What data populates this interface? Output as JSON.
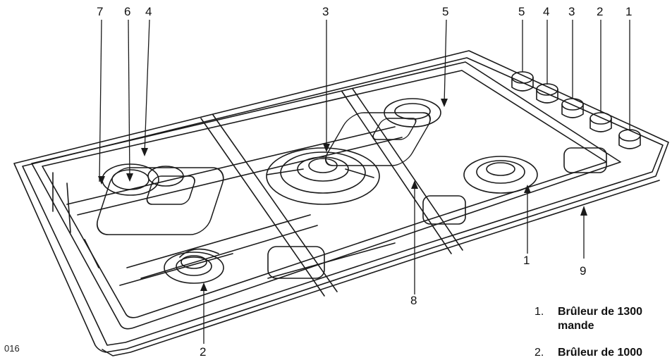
{
  "callouts": {
    "top": [
      "7",
      "6",
      "4",
      "3",
      "5",
      "5",
      "4",
      "3",
      "2",
      "1"
    ],
    "bottom": [
      "1",
      "9",
      "8",
      "2"
    ]
  },
  "figure_code": "016",
  "legend": [
    {
      "num": "1.",
      "text": "Brûleur de 1300",
      "continuation": "mande"
    },
    {
      "num": "2.",
      "text": "Brûleur de 1000",
      "continuation": ""
    }
  ]
}
